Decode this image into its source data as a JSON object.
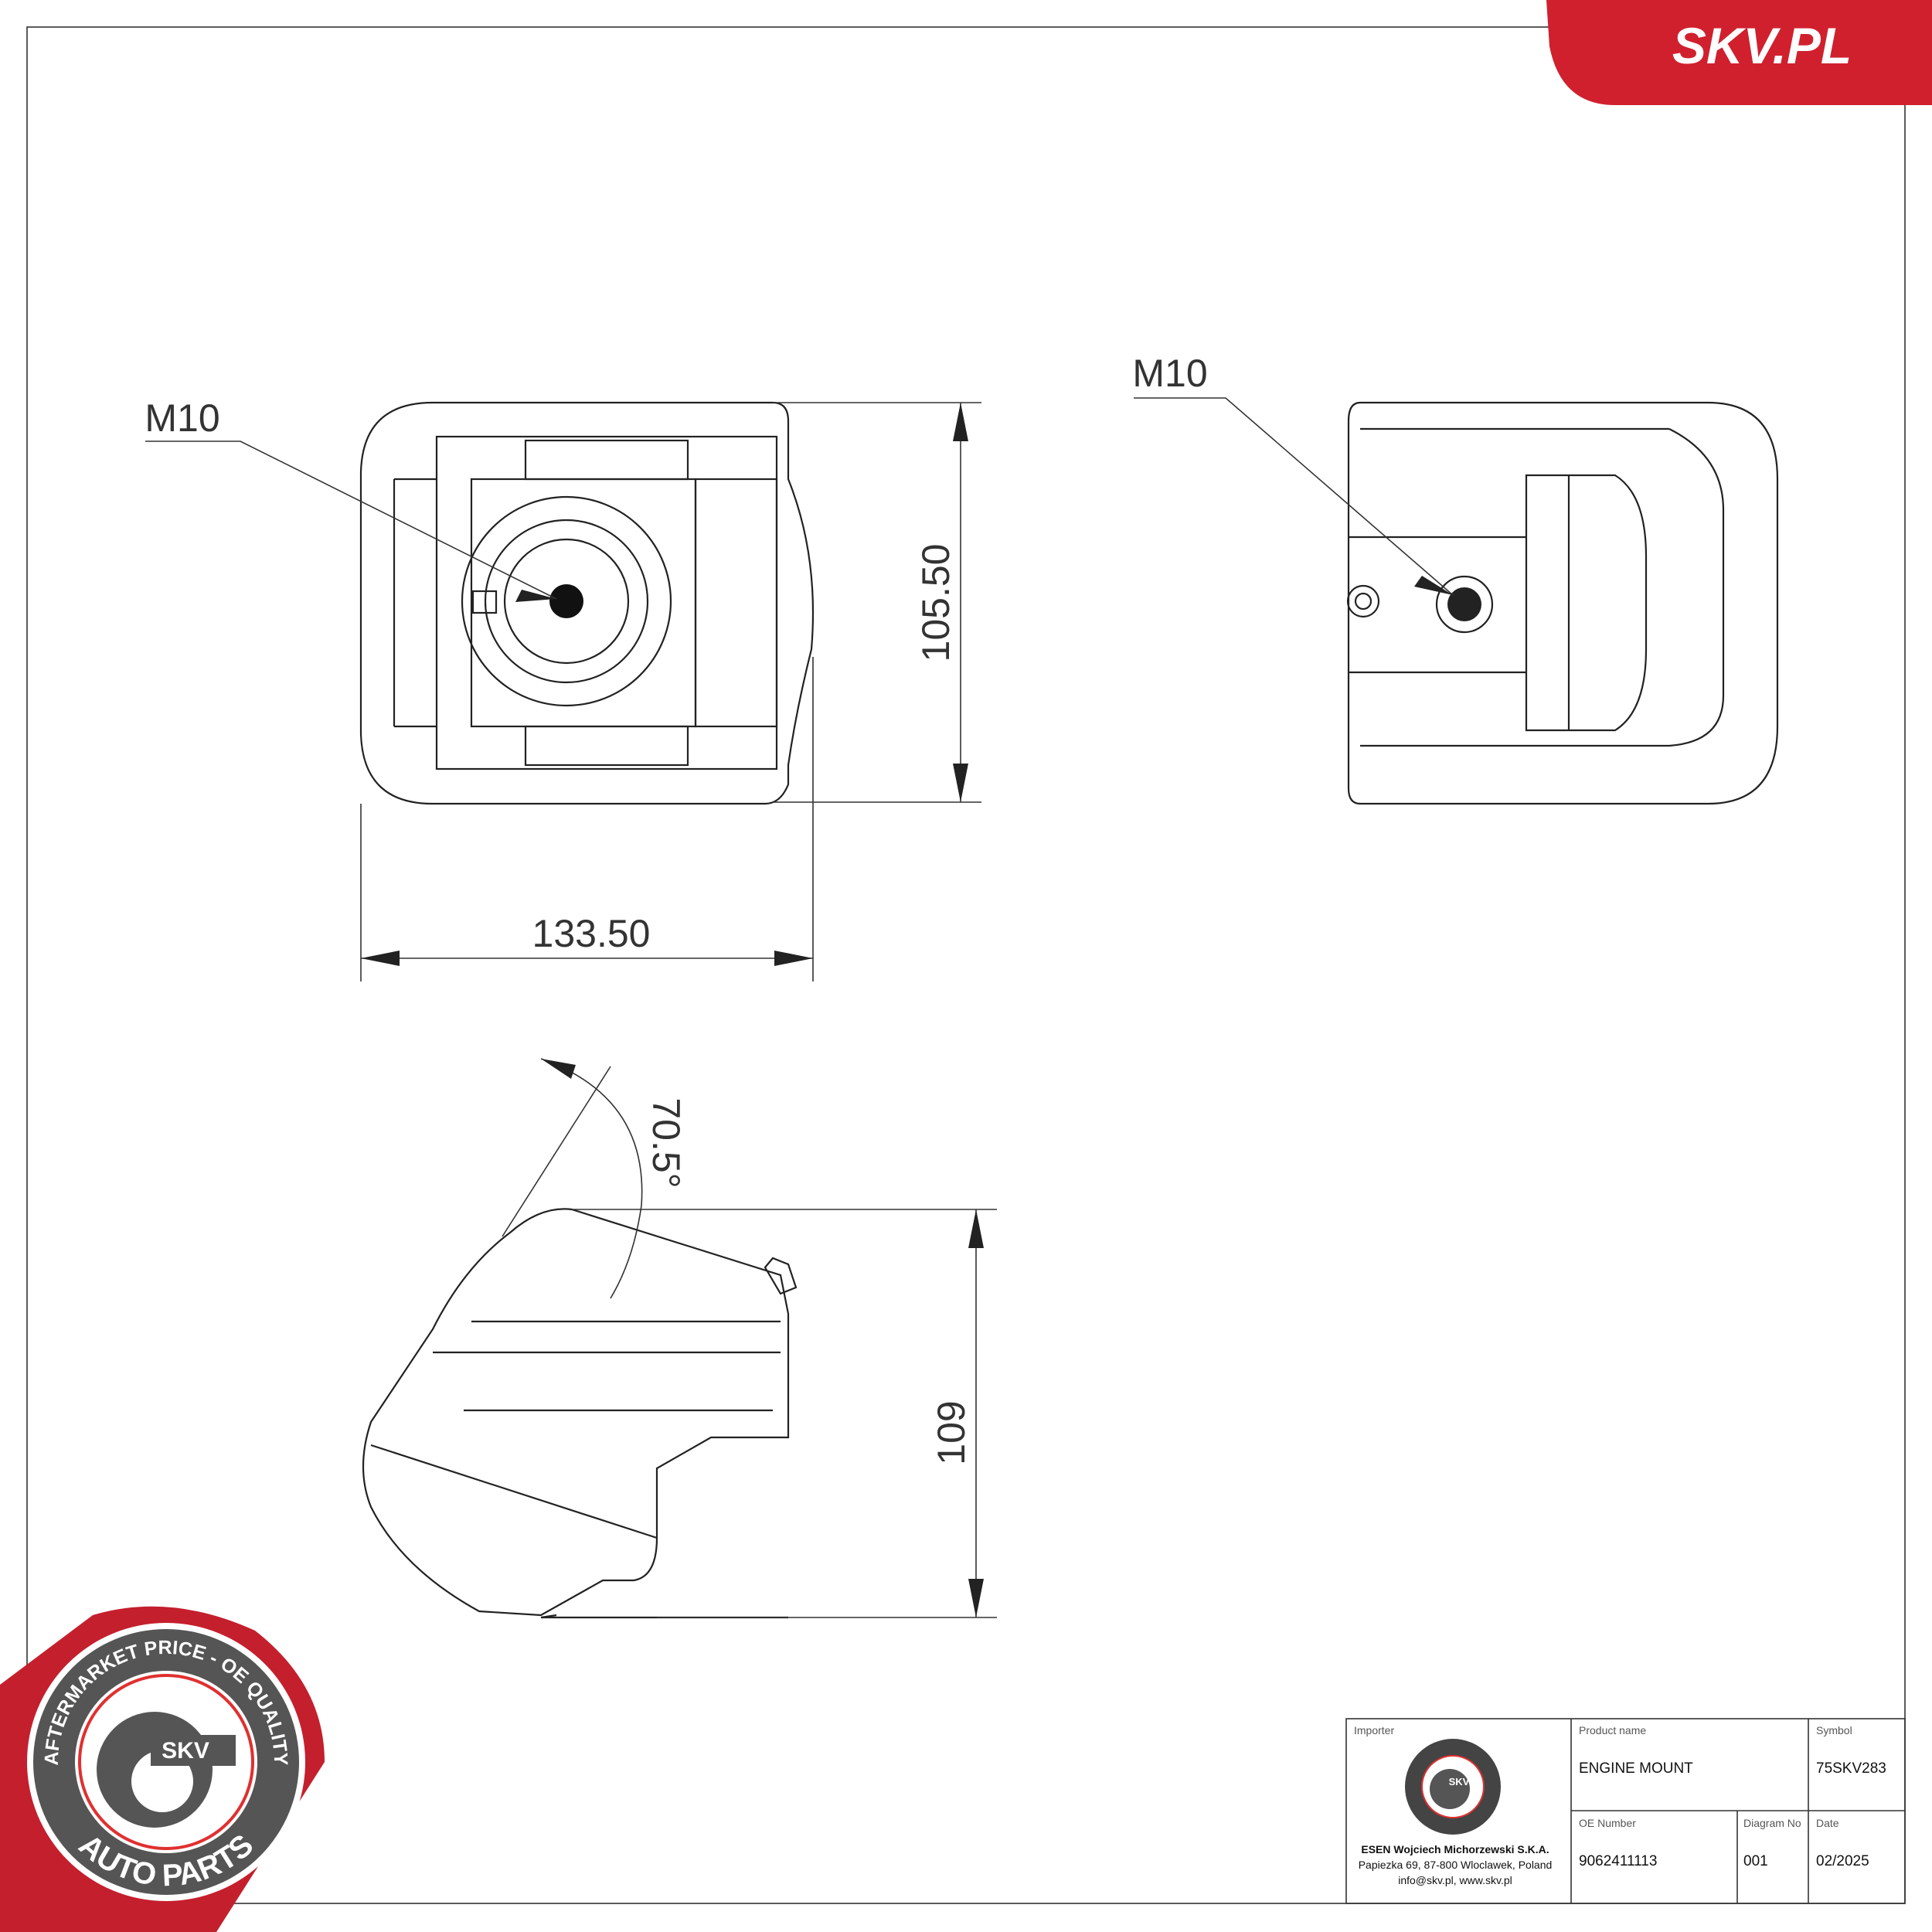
{
  "brand": {
    "site": "SKV.PL",
    "accent": "#d0202e",
    "badge_top": "AFTERMARKET PRICE - OE QUALITY",
    "badge_bottom": "AUTO PARTS",
    "badge_center": "SKV"
  },
  "drawing": {
    "top_view": {
      "thread_label": "M10",
      "height_dim": "105.50",
      "width_dim": "133.50"
    },
    "right_view": {
      "thread_label": "M10"
    },
    "side_view": {
      "angle_dim": "70.5°",
      "height_dim": "109"
    }
  },
  "title_block": {
    "importer_label": "Importer",
    "importer_name": "ESEN Wojciech Michorzewski S.K.A.",
    "importer_address": "Papiezka 69, 87-800 Wloclawek, Poland",
    "importer_contact": "info@skv.pl, www.skv.pl",
    "product_name_label": "Product name",
    "product_name": "ENGINE MOUNT",
    "symbol_label": "Symbol",
    "symbol": "75SKV283",
    "oe_number_label": "OE Number",
    "oe_number": "9062411113",
    "diagram_no_label": "Diagram No",
    "diagram_no": "001",
    "date_label": "Date",
    "date": "02/2025"
  }
}
